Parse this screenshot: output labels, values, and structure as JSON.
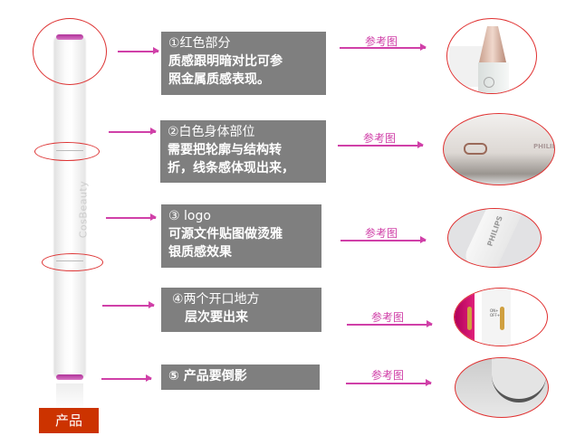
{
  "product": {
    "label": "产品",
    "logo_text": "CosBeauty"
  },
  "notes": [
    {
      "title": "①红色部分",
      "body": [
        "质感跟明暗对比可参",
        "照金属质感表现。"
      ]
    },
    {
      "title": "②白色身体部位",
      "body": [
        "需要把轮廓与结构转",
        "折，线条感体现出来，"
      ]
    },
    {
      "title": "③ logo",
      "body": [
        "可源文件贴图做烫雅",
        "银质感效果"
      ]
    },
    {
      "title": "④两个开口地方",
      "body": [
        "层次要出来"
      ]
    },
    {
      "title": "⑤ 产品要倒影",
      "body": []
    }
  ],
  "reference_label": "参考图",
  "ref_texts": {
    "brand": "PHILIPS",
    "on": "ON+",
    "off": "OFF+"
  },
  "colors": {
    "arrow": "#d040a8",
    "ring": "#d33333",
    "box": "#7f7f7f",
    "label": "#cc3300"
  }
}
